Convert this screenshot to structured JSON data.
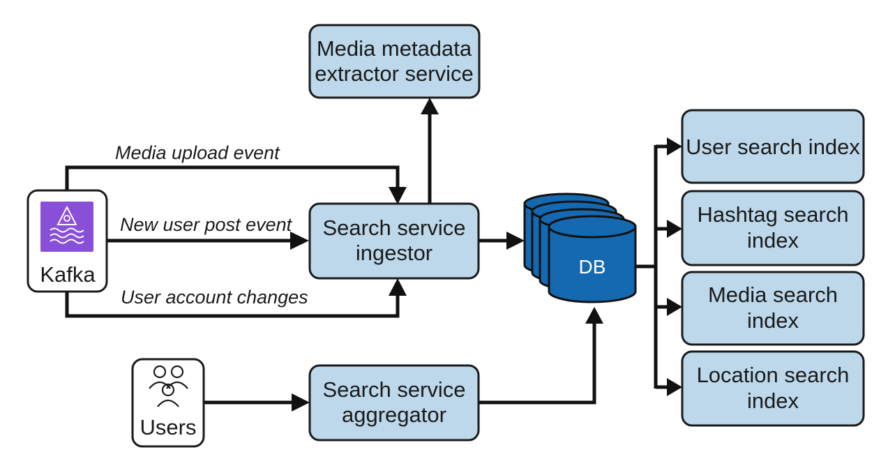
{
  "colors": {
    "box_fill": "#bcd8ea",
    "db_fill": "#1569b0",
    "kafka_icon": "#8a4fd8"
  },
  "nodes": {
    "kafka": {
      "label": "Kafka",
      "icon": "kafka-icon"
    },
    "users": {
      "label": "Users",
      "icon": "users-icon"
    },
    "media_metadata": {
      "line1": "Media metadata",
      "line2": "extractor service"
    },
    "ingestor": {
      "line1": "Search service",
      "line2": "ingestor"
    },
    "aggregator": {
      "line1": "Search service",
      "line2": "aggregator"
    },
    "db": {
      "label": "DB",
      "icon": "database-icon"
    },
    "user_index": {
      "line1": "User search index"
    },
    "hashtag_index": {
      "line1": "Hashtag search",
      "line2": "index"
    },
    "media_index": {
      "line1": "Media search",
      "line2": "index"
    },
    "location_index": {
      "line1": "Location search",
      "line2": "index"
    }
  },
  "edges": {
    "media_upload": "Media upload event",
    "new_user_post": "New user post event",
    "user_account": "User account changes"
  }
}
